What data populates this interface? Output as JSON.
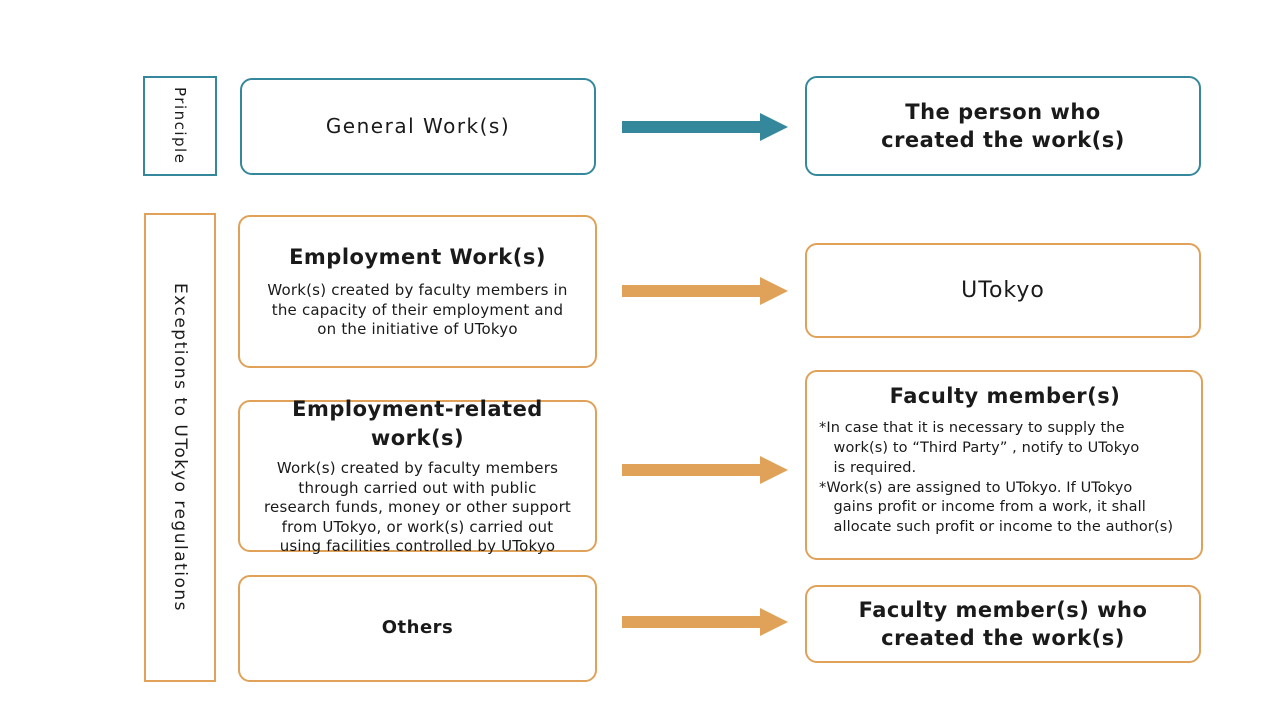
{
  "palette": {
    "teal": "#35889C",
    "orange": "#DFA258",
    "text": "#1a1a1a",
    "background": "#ffffff"
  },
  "sidebar": {
    "principle_label": "Principle",
    "exceptions_label": "Exceptions to UTokyo regulations"
  },
  "rows": [
    {
      "accent": "teal",
      "source_title": "General Work(s)",
      "target_title": "The person who\ncreated the work(s)"
    },
    {
      "accent": "orange",
      "source_title": "Employment Work(s)",
      "source_body": "Work(s) created by faculty members in\nthe capacity of their employment and\non the initiative of UTokyo",
      "target_title": "UTokyo"
    },
    {
      "accent": "orange",
      "source_title": "Employment-related work(s)",
      "source_body": "Work(s) created by faculty members\nthrough carried out with public\nresearch funds, money or other support\nfrom UTokyo, or work(s) carried out\nusing facilities controlled by UTokyo",
      "target_title": "Faculty member(s)",
      "target_notes": [
        "*In case that it is necessary to supply the\nwork(s) to “Third Party” , notify to UTokyo\nis required.",
        "*Work(s) are assigned to UTokyo. If UTokyo\ngains profit or income from a work, it shall\nallocate such profit or income to the author(s)"
      ]
    },
    {
      "accent": "orange",
      "source_title": "Others",
      "target_title": "Faculty member(s) who\ncreated the work(s)"
    }
  ]
}
